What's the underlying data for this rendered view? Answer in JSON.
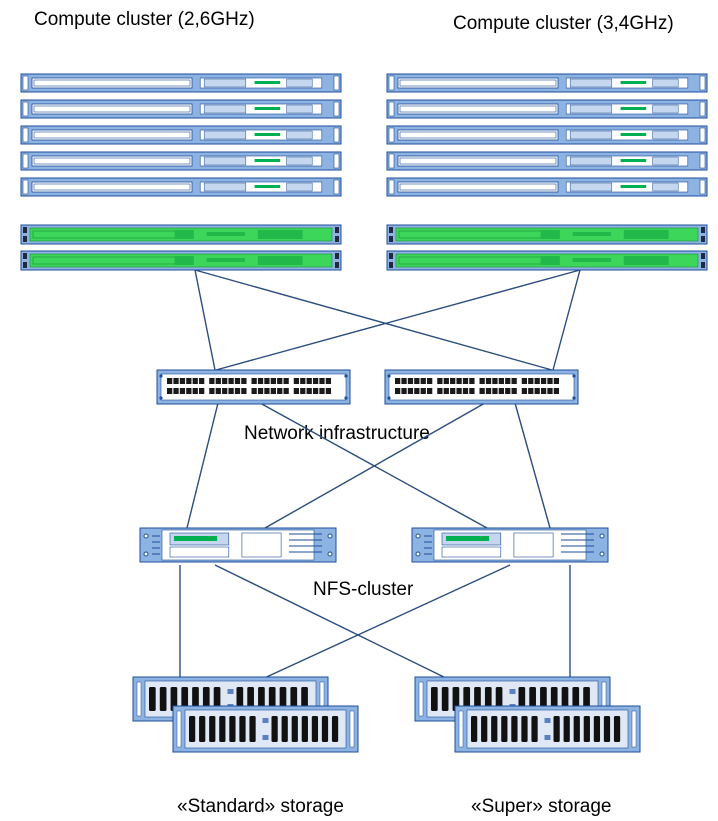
{
  "labels": {
    "cluster_left": "Compute cluster (2,6GHz)",
    "cluster_right": "Compute cluster (3,4GHz)",
    "network": "Network infrastructure",
    "nfs": "NFS-cluster",
    "storage_standard": "«Standard» storage",
    "storage_super": "«Super» storage"
  },
  "groups": {
    "compute_servers_per_cluster": 5,
    "cluster_switches_per_cluster": 2,
    "network_switches": 2,
    "nfs_servers": 2,
    "storage_arrays": 2
  },
  "colors": {
    "chassis_blue": "#8db3e2",
    "chassis_outline": "#1f4e9a",
    "panel_white": "#ffffff",
    "accent_green": "#00b050",
    "switch_green": "#3cd65a",
    "disk_black": "#111111",
    "link_line": "#2b4d7e"
  },
  "icons": {
    "compute_server": "rack-server-1u-icon",
    "cluster_switch": "green-switch-icon",
    "network_switch": "patch-panel-switch-icon",
    "nfs_server": "rack-server-2u-icon",
    "storage": "disk-array-icon"
  }
}
